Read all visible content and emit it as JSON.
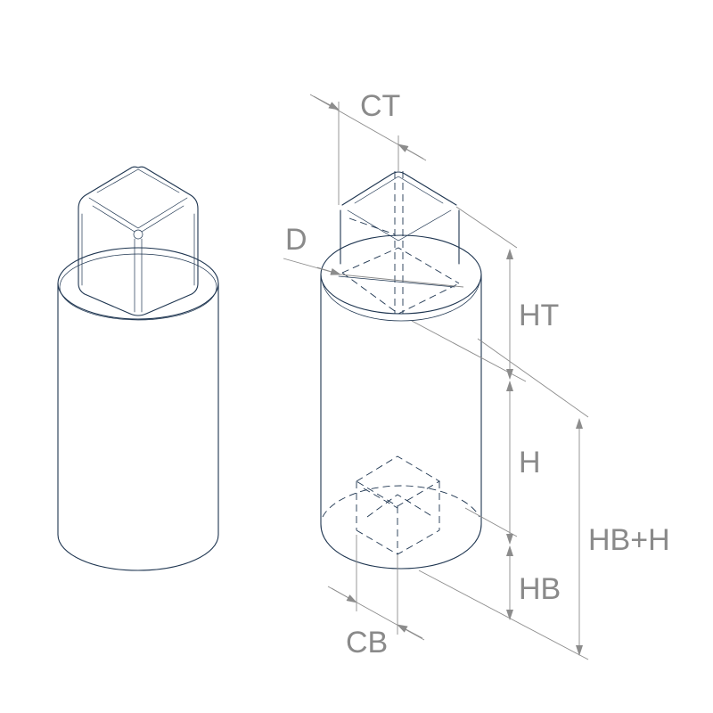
{
  "diagram": {
    "colors": {
      "outline": "#1e3550",
      "dimension": "#8c8c8c",
      "label": "#8a8a8a",
      "background": "#ffffff"
    },
    "labels": {
      "ct": "CT",
      "d": "D",
      "ht": "HT",
      "h": "H",
      "hb": "HB",
      "hb_plus_h": "HB+H",
      "cb": "CB"
    }
  }
}
